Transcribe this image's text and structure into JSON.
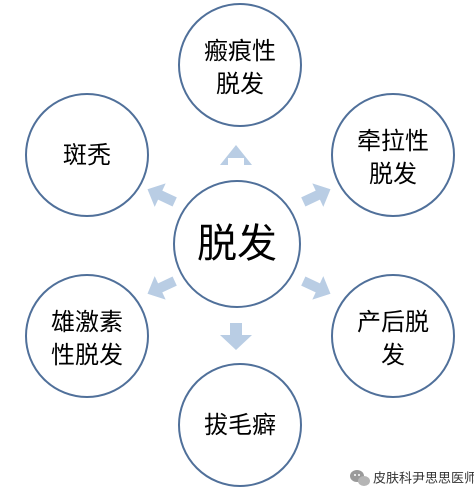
{
  "center": {
    "label": "脱发"
  },
  "nodes": [
    {
      "lines": [
        "瘢痕性",
        "脱发"
      ]
    },
    {
      "lines": [
        "牵拉性",
        "脱发"
      ]
    },
    {
      "lines": [
        "产后脱",
        "发"
      ]
    },
    {
      "lines": [
        "拔毛癖"
      ]
    },
    {
      "lines": [
        "雄激素",
        "性脱发"
      ]
    },
    {
      "lines": [
        "斑秃"
      ]
    }
  ],
  "watermark": {
    "text": "皮肤科尹思思医师",
    "icon": "wechat-icon"
  },
  "colors": {
    "circle_stroke": "#50709a",
    "arrow_fill": "#b9cde4",
    "text": "#000000"
  }
}
